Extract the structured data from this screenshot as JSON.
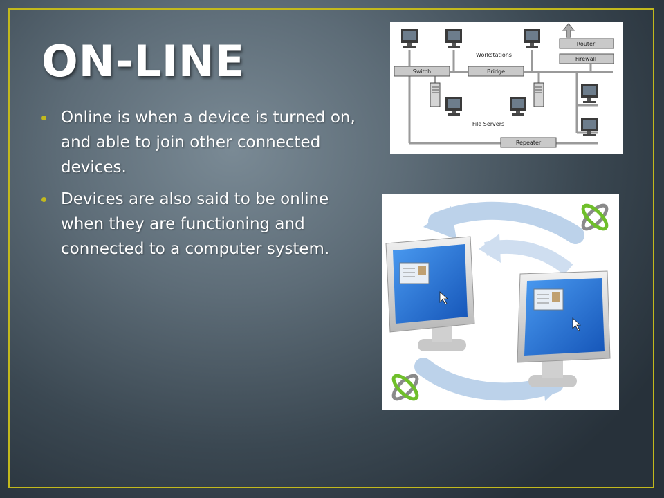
{
  "slide": {
    "title": "ON-LINE",
    "bullets": [
      "Online is when a device is turned on, and able to join other connected devices.",
      "Devices are also said to be online when they are functioning and connected to a computer system."
    ]
  },
  "network_diagram": {
    "labels": {
      "workstations": "Workstations",
      "router": "Router",
      "firewall": "Firewall",
      "switch": "Switch",
      "bridge": "Bridge",
      "file_servers": "File Servers",
      "repeater": "Repeater"
    }
  },
  "colors": {
    "frame": "#c2b91d",
    "title": "#ffffff",
    "screen_blue": "#1f6fd0",
    "arrow_blue": "#b9cfe6",
    "logo_green": "#6fbf2a"
  }
}
